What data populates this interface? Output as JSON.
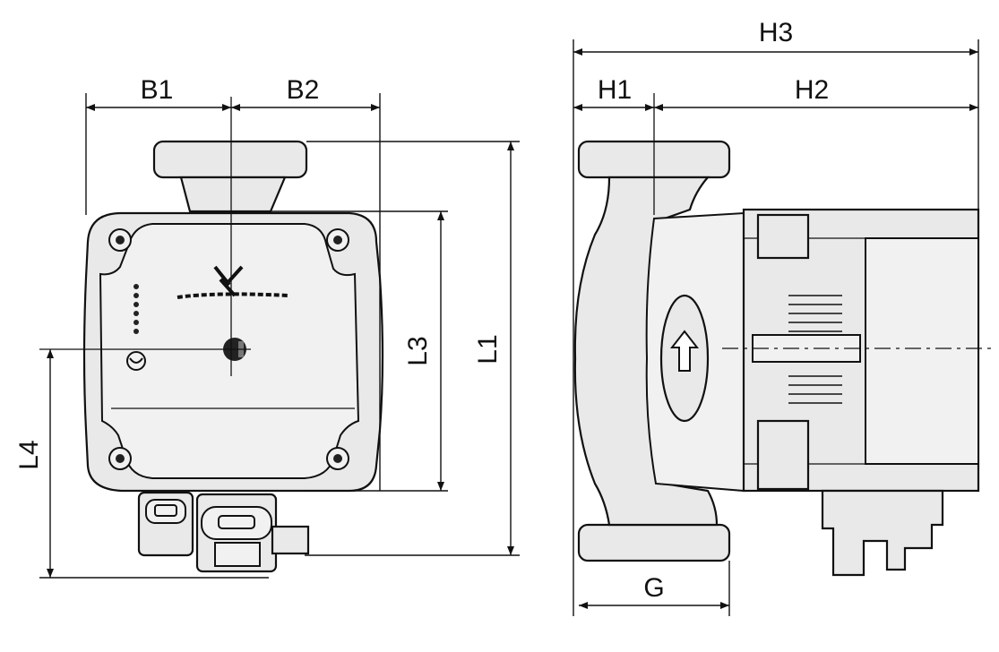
{
  "labels": {
    "b1": "B1",
    "b2": "B2",
    "l1": "L1",
    "l3": "L3",
    "l4": "L4",
    "h1": "H1",
    "h2": "H2",
    "h3": "H3",
    "g": "G"
  }
}
